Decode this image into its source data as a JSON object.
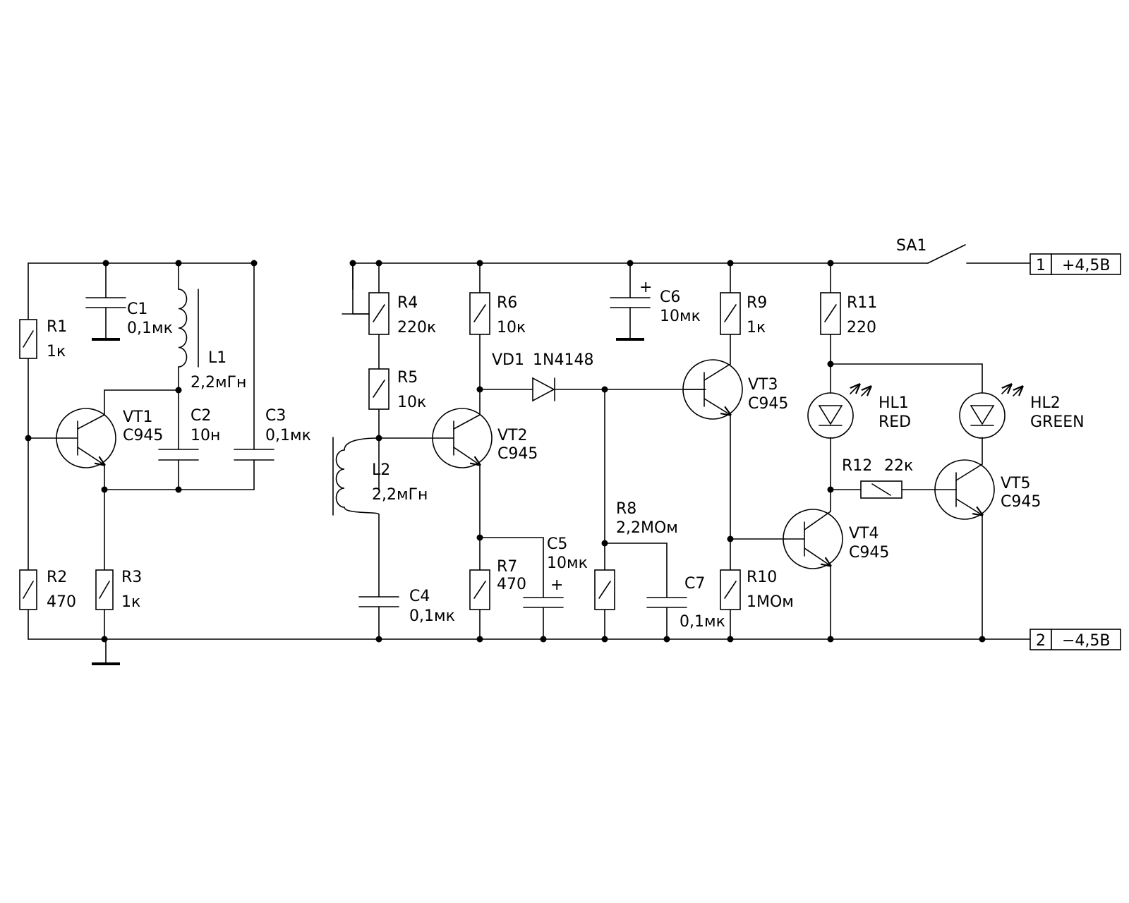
{
  "labels": {
    "SA1": "SA1",
    "R1": "R1",
    "R1v": "1к",
    "R2": "R2",
    "R2v": "470",
    "R3": "R3",
    "R3v": "1к",
    "C1": "C1",
    "C1v": "0,1мк",
    "L1": "L1",
    "L1v": "2,2мГн",
    "VT1": "VT1",
    "VT1v": "C945",
    "C2": "C2",
    "C2v": "10н",
    "C3": "C3",
    "C3v": "0,1мк",
    "R4": "R4",
    "R4v": "220к",
    "R5": "R5",
    "R5v": "10к",
    "L2": "L2",
    "L2v": "2,2мГн",
    "C4": "C4",
    "C4v": "0,1мк",
    "R6": "R6",
    "R6v": "10к",
    "VD1": "VD1",
    "VD1v": "1N4148",
    "VT2": "VT2",
    "VT2v": "C945",
    "R7": "R7",
    "R7v": "470",
    "C5": "C5",
    "C5v": "10мк",
    "C6": "C6",
    "C6v": "10мк",
    "R8": "R8",
    "R8v": "2,2МОм",
    "C7": "C7",
    "C7v": "0,1мк",
    "R9": "R9",
    "R9v": "1к",
    "VT3": "VT3",
    "VT3v": "C945",
    "R10": "R10",
    "R10v": "1МОм",
    "R11": "R11",
    "R11v": "220",
    "HL1": "HL1",
    "HL1v": "RED",
    "HL2": "HL2",
    "HL2v": "GREEN",
    "R12": "R12",
    "R12v": "22к",
    "VT4": "VT4",
    "VT4v": "C945",
    "VT5": "VT5",
    "VT5v": "C945",
    "plus": "+",
    "term1": "1",
    "term1v": "+4,5В",
    "term2": "2",
    "term2v": "−4,5В"
  }
}
